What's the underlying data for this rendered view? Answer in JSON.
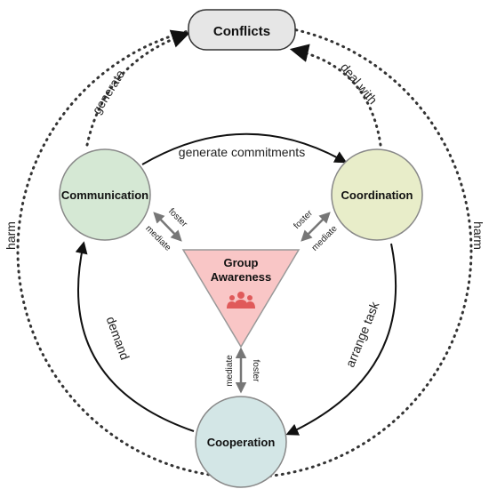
{
  "nodes": {
    "conflicts": "Conflicts",
    "communication": "Communication",
    "coordination": "Coordination",
    "cooperation": "Cooperation",
    "group_awareness_line1": "Group",
    "group_awareness_line2": "Awareness"
  },
  "edges": {
    "generate": "generate",
    "deal_with": "deal with",
    "harm_left": "harm",
    "harm_right": "harm",
    "generate_commitments": "generate commitments",
    "demand": "demand",
    "arrange_task": "arrange task",
    "foster": "foster",
    "mediate": "mediate"
  },
  "colors": {
    "communication_fill": "#d5e8d4",
    "coordination_fill": "#e8edc9",
    "cooperation_fill": "#d3e6e6",
    "conflicts_fill": "#e6e6e6",
    "awareness_fill": "#f9c6c6",
    "awareness_icon": "#e05a5a",
    "node_stroke": "#888888",
    "arrow": "#111111",
    "double_arrow": "#777777"
  },
  "icons": {
    "group": "group-people-icon"
  }
}
